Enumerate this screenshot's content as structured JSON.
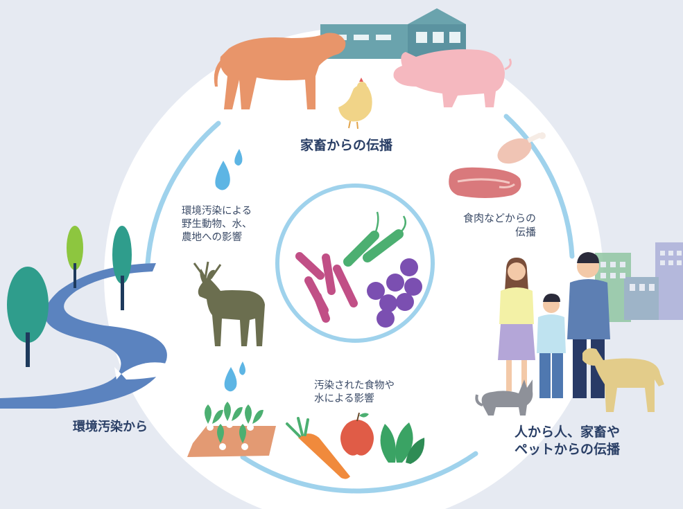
{
  "labels": {
    "livestock": "家畜からの伝播",
    "meat": "食肉などからの\n伝播",
    "environment_effect": "環境汚染による\n野生動物、水、\n農地への影響",
    "food_water": "汚染された食物や\n水による影響",
    "environment": "環境汚染から",
    "people": "人から人、家畜や\nペットからの伝播"
  },
  "colors": {
    "background": "#e6eaf2",
    "circle": "#ffffff",
    "ring": "#9fd2ec",
    "text": "#2f4668",
    "river": "#5b83bf",
    "cow": "#e8956a",
    "pig": "#f5b8bf",
    "chicken": "#f1d488",
    "barn": "#6aa3ad",
    "deer": "#6b6e4f",
    "tree": "#2f9d8c",
    "tree_light": "#8dc63f",
    "bacteria_rod": "#c14f86",
    "bacteria_green": "#4caf71",
    "bacteria_round": "#7b4fb1"
  },
  "icons": {
    "livestock": [
      "cow-icon",
      "barn-icon",
      "pig-icon",
      "chicken-icon"
    ],
    "meat": [
      "chicken-leg-icon",
      "steak-icon"
    ],
    "environment": [
      "water-drop-icon",
      "deer-icon",
      "tree-icon",
      "river-icon",
      "fish-icon"
    ],
    "food": [
      "vegetable-field-icon",
      "carrot-icon",
      "apple-icon",
      "spinach-icon"
    ],
    "people": [
      "woman-icon",
      "boy-icon",
      "man-icon",
      "dog-icon",
      "cat-icon",
      "buildings-icon"
    ],
    "center": [
      "bacteria-icon"
    ]
  }
}
